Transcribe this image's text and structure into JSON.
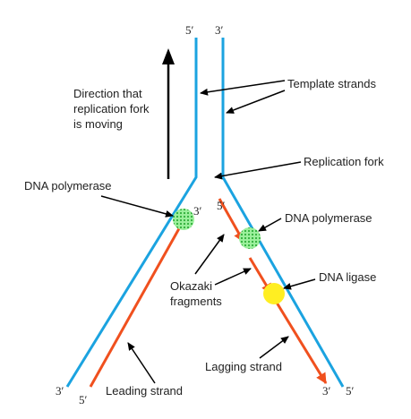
{
  "colors": {
    "template_strand": "#1ba3e0",
    "new_strand": "#f0501e",
    "polymerase": "#5dd85d",
    "ligase": "#ffee22",
    "arrow": "#000000"
  },
  "labels": {
    "top_left_end": "5′",
    "top_right_end": "3′",
    "template_strands": "Template strands",
    "direction_line1": "Direction that",
    "direction_line2": "replication fork",
    "direction_line3": "is moving",
    "replication_fork": "Replication fork",
    "dna_polymerase_left": "DNA polymerase",
    "dna_polymerase_right": "DNA polymerase",
    "dna_ligase": "DNA ligase",
    "okazaki_line1": "Okazaki",
    "okazaki_line2": "fragments",
    "lagging_strand": "Lagging strand",
    "leading_strand": "Leading strand",
    "mid_3prime": "3′",
    "mid_5prime": "5′",
    "bottom_left_3prime": "3′",
    "bottom_left_5prime": "5′",
    "bottom_right_3prime": "3′",
    "bottom_right_5prime": "5′"
  }
}
